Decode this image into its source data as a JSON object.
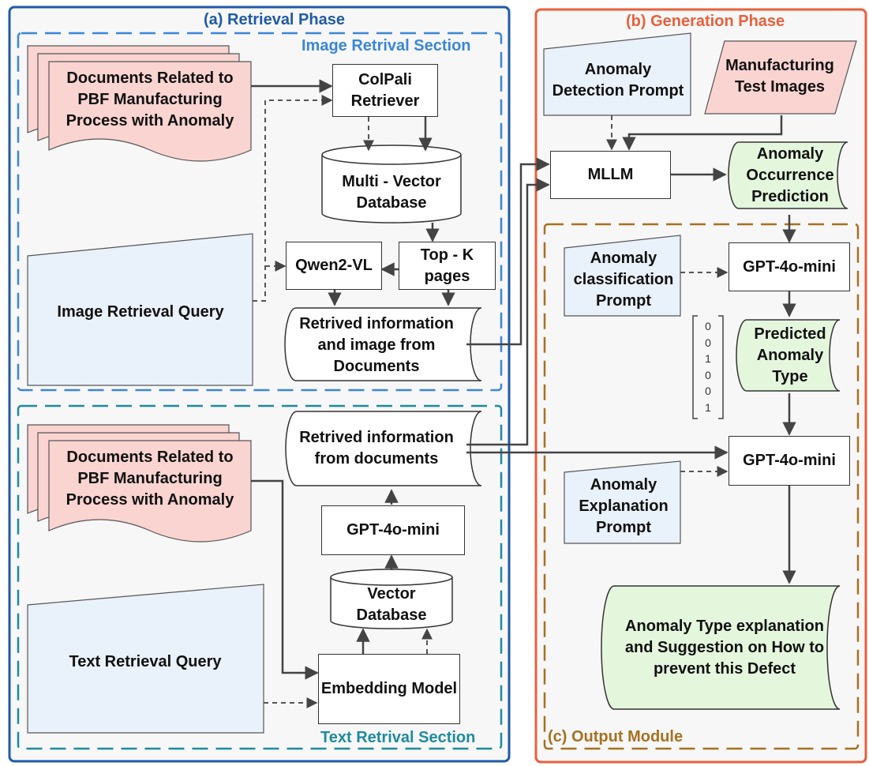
{
  "phases": {
    "retrieval": "(a) Retrieval Phase",
    "generation": "(b) Generation Phase",
    "image_section": "Image Retrival Section",
    "text_section": "Text Retrival Section",
    "output_module": "(c) Output Module"
  },
  "nodes": {
    "docs_image": "Documents Related to PBF Manufacturing Process with Anomaly",
    "colpali": "ColPali Retriever",
    "multivector_db": "Multi - Vector Database",
    "image_query": "Image Retrieval Query",
    "qwen": "Qwen2-VL",
    "topk": "Top - K pages",
    "retrived_image_info": "Retrived information and image from Documents",
    "docs_text": "Documents Related to PBF Manufacturing Process with Anomaly",
    "retrived_text_info": "Retrived information from documents",
    "gpt_text": "GPT-4o-mini",
    "vector_db": "Vector Database",
    "text_query": "Text Retrieval Query",
    "embedding": "Embedding Model",
    "detection_prompt": "Anomaly Detection Prompt",
    "test_images": "Manufacturing Test Images",
    "mllm": "MLLM",
    "occurrence": "Anomaly Occurrence Prediction",
    "classification_prompt": "Anomaly classification Prompt",
    "gpt_classify": "GPT-4o-mini",
    "predicted_type": "Predicted Anomaly Type",
    "gpt_explain": "GPT-4o-mini",
    "explanation_prompt": "Anomaly Explanation Prompt",
    "final_output": "Anomaly Type explanation and Suggestion on How to prevent this Defect"
  },
  "vector_values": [
    "0",
    "0",
    "1",
    "0",
    "0",
    "1"
  ],
  "colors": {
    "retrieval": "#1f5aa6",
    "image_section": "#3a86d6",
    "text_section": "#1f8a9e",
    "generation": "#e8603c",
    "output": "#a87020",
    "doc_fill": "#f9d4d0",
    "query_fill": "#e9f1fb",
    "green_fill": "#e4f7dd"
  }
}
